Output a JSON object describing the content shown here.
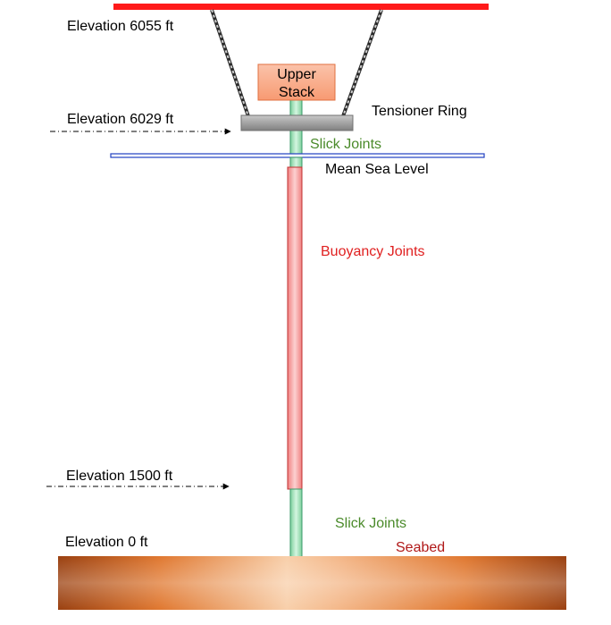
{
  "elevations": {
    "top": "Elevation 6055 ft",
    "tensioner": "Elevation 6029 ft",
    "buoyancy_bottom": "Elevation 1500 ft",
    "seabed": "Elevation 0 ft"
  },
  "components": {
    "upper_stack_line1": "Upper",
    "upper_stack_line2": "Stack",
    "tensioner_ring": "Tensioner Ring",
    "slick_joints_upper": "Slick Joints",
    "mean_sea_level": "Mean Sea Level",
    "buoyancy_joints": "Buoyancy Joints",
    "slick_joints_lower": "Slick Joints",
    "seabed": "Seabed"
  },
  "colors": {
    "rig_deck": "#ff0000",
    "upper_stack_fill": "#f9a98a",
    "upper_stack_border": "#e07040",
    "tensioner_ring": "#a9a9a9",
    "slick_joint": "#a6e6c0",
    "sea_level_line": "#3050c0",
    "buoyancy_joint": "#f5a0a0",
    "label_green": "#4a8a2a",
    "label_red": "#e02020",
    "label_darkred": "#b01818",
    "seabed_dark": "#a0450e",
    "seabed_light": "#f7c9a2"
  }
}
